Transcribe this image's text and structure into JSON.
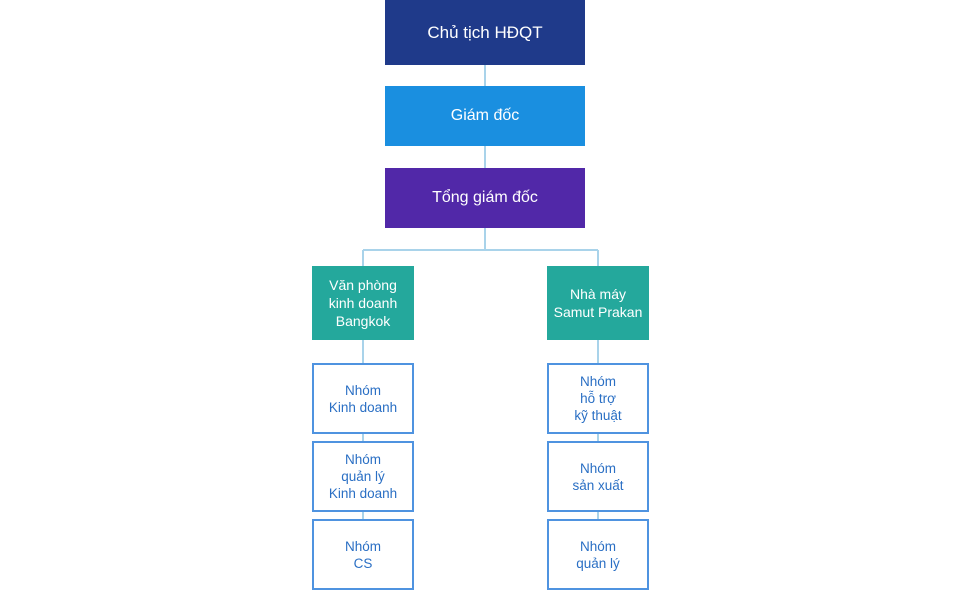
{
  "colors": {
    "chairman_bg": "#1f3a8a",
    "director_bg": "#1a8fe0",
    "ceo_bg": "#5128a8",
    "unit_bg": "#24a89c",
    "team_border": "#4f93e0",
    "team_text": "#2a6fc4",
    "connector": "#a9d3ea"
  },
  "org": {
    "chairman": "Chủ tịch HĐQT",
    "director": "Giám đốc",
    "ceo": "Tổng giám đốc",
    "units": [
      {
        "name": "Văn phòng\nkinh doanh\nBangkok",
        "teams": [
          "Nhóm\nKinh doanh",
          "Nhóm\nquản lý\nKinh doanh",
          "Nhóm\nCS"
        ]
      },
      {
        "name": "Nhà máy\nSamut Prakan",
        "teams": [
          "Nhóm\nhỗ trợ\nkỹ thuật",
          "Nhóm\nsản xuất",
          "Nhóm\nquản lý"
        ]
      }
    ]
  }
}
